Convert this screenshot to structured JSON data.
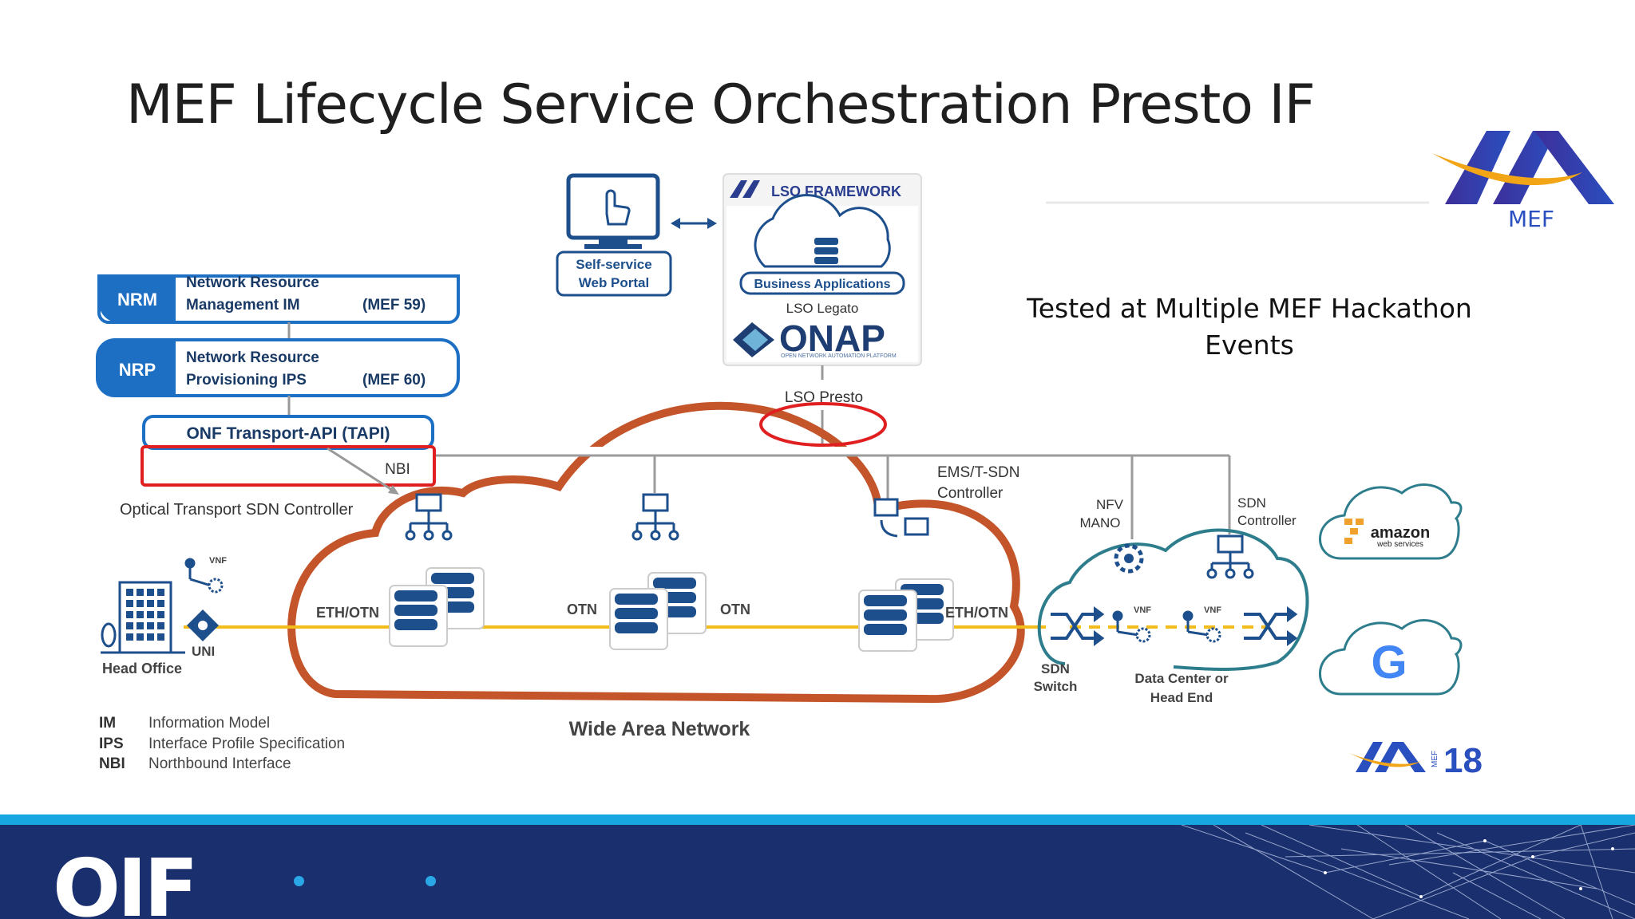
{
  "slide": {
    "title": "MEF Lifecycle Service Orchestration Presto IF",
    "tested_text": "Tested at Multiple MEF Hackathon Events",
    "footer_logo": "OIF"
  },
  "mef_logo": {
    "label": "MEF"
  },
  "mef18_logo": {
    "label": "18",
    "side": "MEF"
  },
  "diagram": {
    "portal": {
      "line1": "Self-service",
      "line2": "Web Portal"
    },
    "lso_framework": {
      "header": "LSO FRAMEWORK",
      "business_apps": "Business Applications",
      "legato": "LSO Legato",
      "onap": "ONAP",
      "onap_sub": "OPEN NETWORK AUTOMATION PLATFORM",
      "presto": "LSO Presto"
    },
    "nrm": {
      "badge": "NRM",
      "line1": "Network Resource",
      "line2": "Management IM",
      "ref": "(MEF 59)"
    },
    "nrp": {
      "badge": "NRP",
      "line1": "Network Resource",
      "line2": "Provisioning IPS",
      "ref": "(MEF 60)"
    },
    "tapi": "ONF Transport-API (TAPI)",
    "nbi": "NBI",
    "optical_controller": "Optical Transport SDN Controller",
    "ems_line1": "EMS/T-SDN",
    "ems_line2": "Controller",
    "nfv_line1": "NFV",
    "nfv_line2": "MANO",
    "sdn_ctrl_line1": "SDN",
    "sdn_ctrl_line2": "Controller",
    "links": [
      "ETH/OTN",
      "OTN",
      "OTN",
      "ETH/OTN"
    ],
    "vnf": "VNF",
    "uni": "UNI",
    "head_office": "Head Office",
    "sdn_switch_line1": "SDN",
    "sdn_switch_line2": "Switch",
    "dc_line1": "Data Center or",
    "dc_line2": "Head End",
    "wan": "Wide Area Network",
    "amazon": "amazon",
    "amazon_sub": "web services",
    "google": "G",
    "legend": [
      {
        "abbr": "IM",
        "desc": "Information Model"
      },
      {
        "abbr": "IPS",
        "desc": "Interface Profile Specification"
      },
      {
        "abbr": "NBI",
        "desc": "Northbound Interface"
      }
    ]
  },
  "colors": {
    "cloud": "#c4552a",
    "blue": "#1d6fc4",
    "yellow": "#f2bd1b",
    "highlight": "#e02020",
    "footer_dark": "#1a2f6e",
    "footer_band": "#17a7e0"
  }
}
